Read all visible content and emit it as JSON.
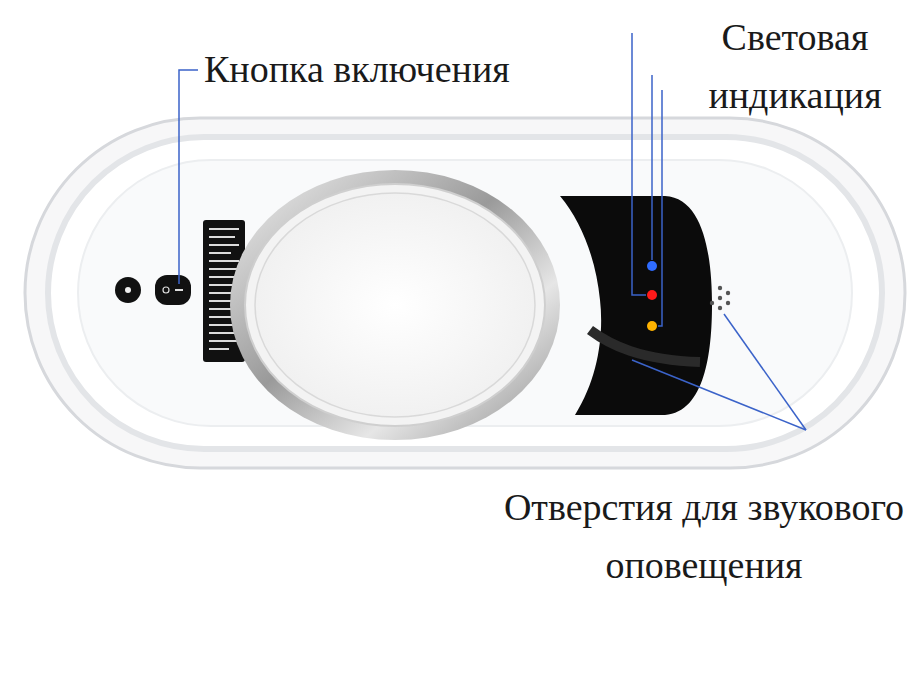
{
  "diagram": {
    "labels": [
      "Кнопка включения",
      "Световая индикация",
      "Отверстия для звукового оповещения"
    ]
  }
}
